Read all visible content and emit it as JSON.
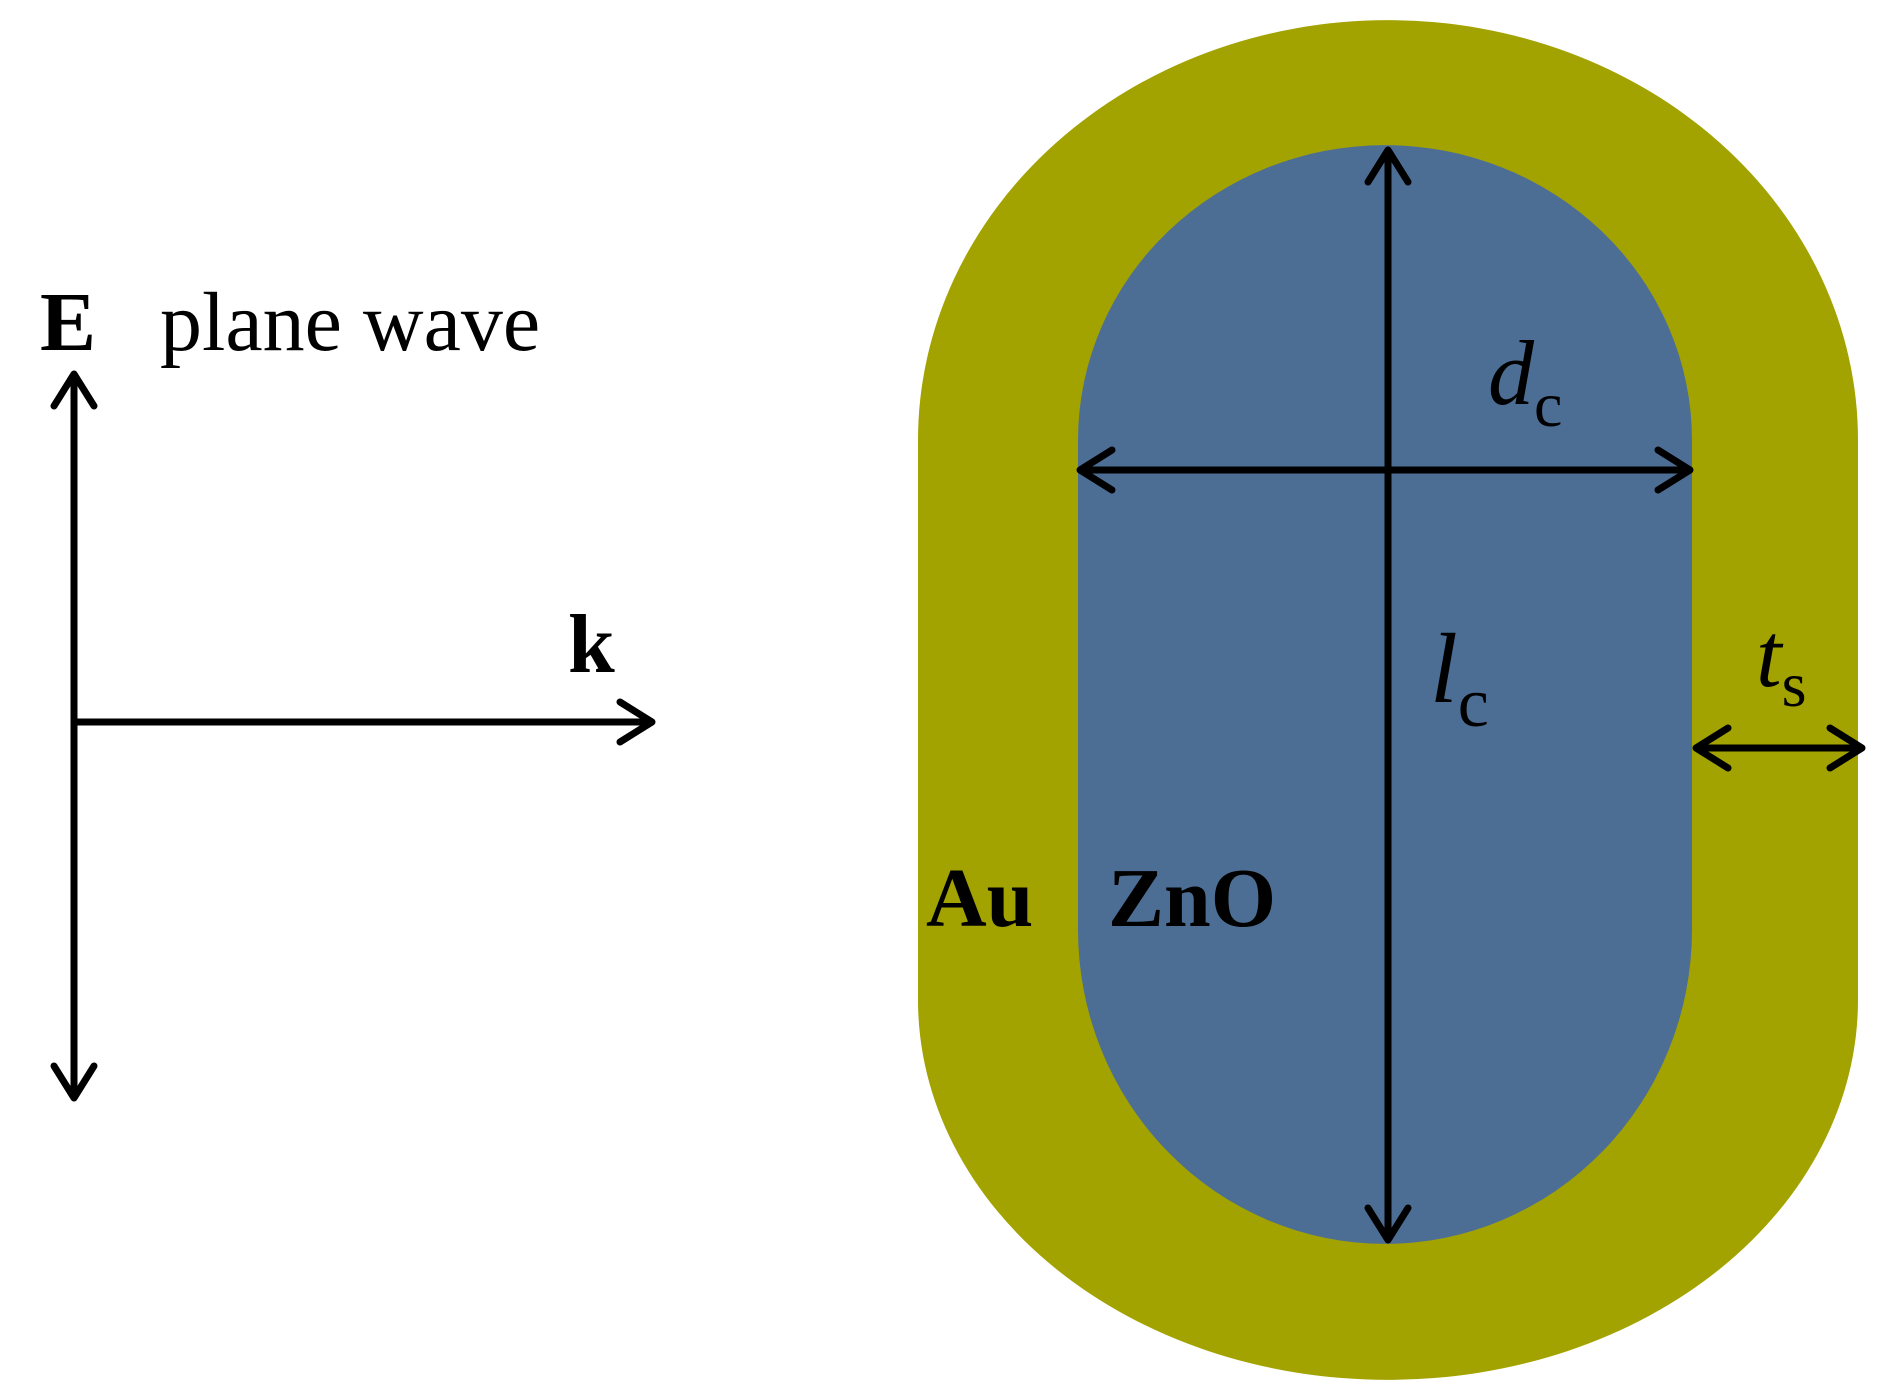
{
  "labels": {
    "e_field": "E",
    "wave_type": "plane wave",
    "k_vector": "k",
    "shell_material": "Au",
    "core_material": "ZnO",
    "core_diameter": {
      "symbol": "d",
      "subscript": "c"
    },
    "core_length": {
      "symbol": "l",
      "subscript": "c"
    },
    "shell_thickness": {
      "symbol": "t",
      "subscript": "s"
    }
  },
  "colors": {
    "shell": "#a2a300",
    "core": "#4d6e94",
    "arrow": "#000000",
    "background": "#ffffff"
  }
}
